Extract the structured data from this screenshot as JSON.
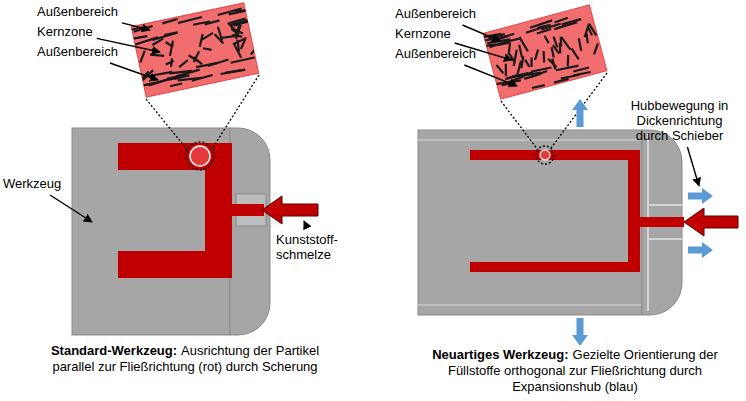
{
  "diagram": {
    "labels": [
      "Außenbereich",
      "Kernzone",
      "Außenbereich",
      "Außenbereich",
      "Kernzone",
      "Außenbereich",
      "Hubbewegung in Dickenrichtung durch Schieber",
      "Werkzeug",
      "Kunststoff- schmelze",
      "Standard-Werkzeug:",
      "Ausrichtung der Partikel parallel zur Fließrichtung (rot) durch Scherung",
      "Neuartiges Werkzeug:",
      "Gezielte Orientierung der Füllstoffe orthogonal zur Fließrichtung durch Expansionshub (blau)"
    ]
  }
}
